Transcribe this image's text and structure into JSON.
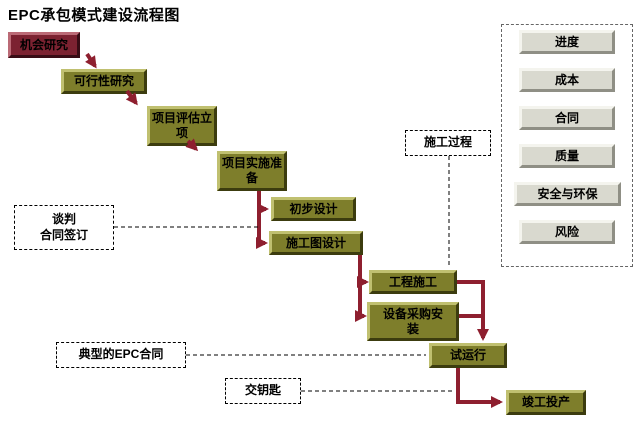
{
  "title": "EPC承包模式建设流程图",
  "flow": {
    "steps": [
      {
        "id": "opportunity-study",
        "label": "机会研究"
      },
      {
        "id": "feasibility-study",
        "label": "可行性研究"
      },
      {
        "id": "project-evaluation",
        "label": "项目评估立\n项"
      },
      {
        "id": "implementation-preparation",
        "label": "项目实施准\n备"
      },
      {
        "id": "preliminary-design",
        "label": "初步设计"
      },
      {
        "id": "construction-drawing-design",
        "label": "施工图设计"
      },
      {
        "id": "construction",
        "label": "工程施工"
      },
      {
        "id": "equipment-procurement-installation",
        "label": "设备采购安\n装"
      },
      {
        "id": "trial-run",
        "label": "试运行"
      },
      {
        "id": "completion-production",
        "label": "竣工投产"
      }
    ]
  },
  "management_panel": {
    "items": [
      {
        "id": "progress",
        "label": "进度"
      },
      {
        "id": "cost",
        "label": "成本"
      },
      {
        "id": "contract",
        "label": "合同"
      },
      {
        "id": "quality",
        "label": "质量"
      },
      {
        "id": "safety-environment",
        "label": "安全与环保"
      },
      {
        "id": "risk",
        "label": "风险"
      }
    ]
  },
  "annotations": {
    "negotiation": "谈判\n合同签订",
    "construction_process": "施工过程",
    "typical_epc_contract": "典型的EPC合同",
    "turnkey": "交钥匙"
  },
  "colors": {
    "step_box": "#7e7e2b",
    "start_box": "#7c2231",
    "panel_box": "#d9d9cf",
    "arrow": "#8e1f2f",
    "dashed_line": "#000000"
  }
}
